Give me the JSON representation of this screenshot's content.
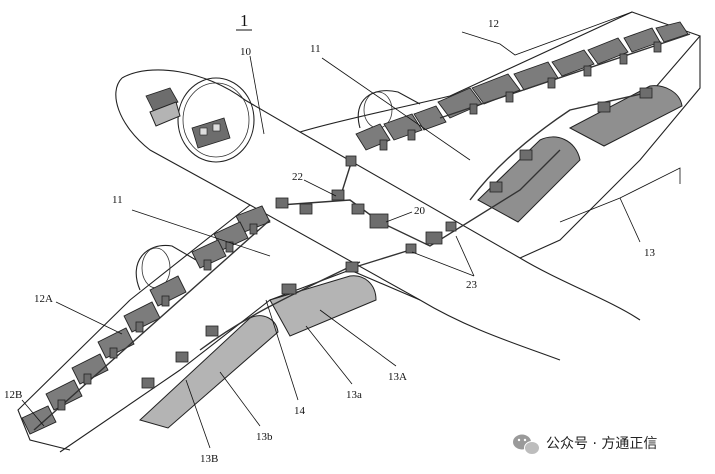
{
  "figure": {
    "number": "1"
  },
  "callouts": {
    "c10": "10",
    "c11a": "11",
    "c11b": "11",
    "c12": "12",
    "c12A": "12A",
    "c12B": "12B",
    "c13": "13",
    "c13A": "13A",
    "c13a": "13a",
    "c13b": "13b",
    "c13B": "13B",
    "c14": "14",
    "c20": "20",
    "c22": "22",
    "c23": "23"
  },
  "watermark": {
    "text": "公众号 · 方通正信",
    "icon": "wechat-icon"
  }
}
